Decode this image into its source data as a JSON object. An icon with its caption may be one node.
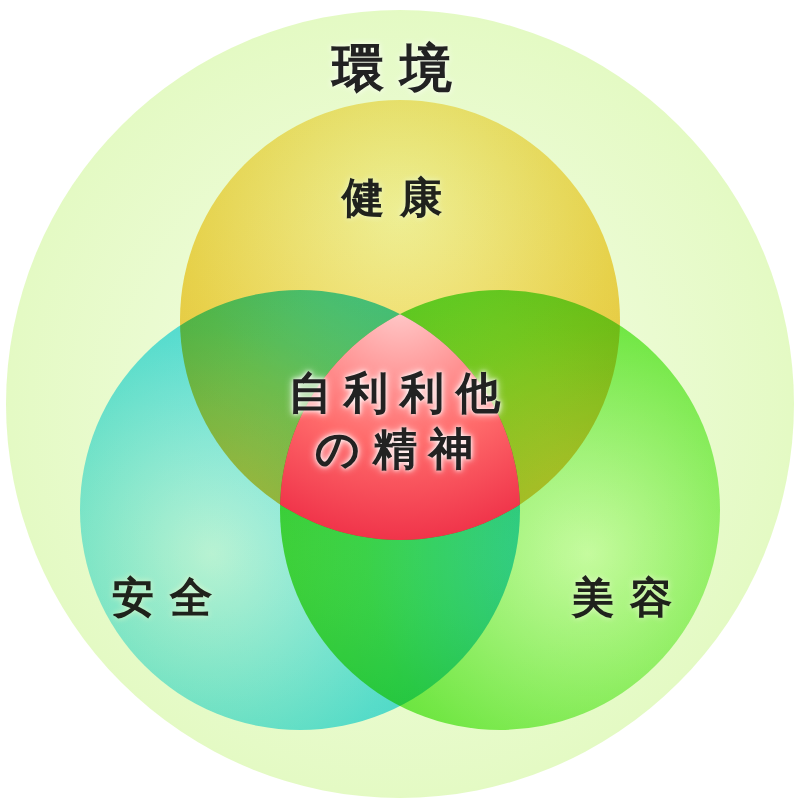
{
  "diagram": {
    "nodes": [
      {
        "text": [
          "環境"
        ]
      },
      {
        "text": [
          "健康"
        ],
        "in": 0
      },
      {
        "text": [
          "自利利他の精神"
        ],
        "in": 0
      },
      {
        "text": [
          "安全"
        ],
        "in": 0
      },
      {
        "text": [
          "美容"
        ],
        "in": 0
      }
    ]
  }
}
